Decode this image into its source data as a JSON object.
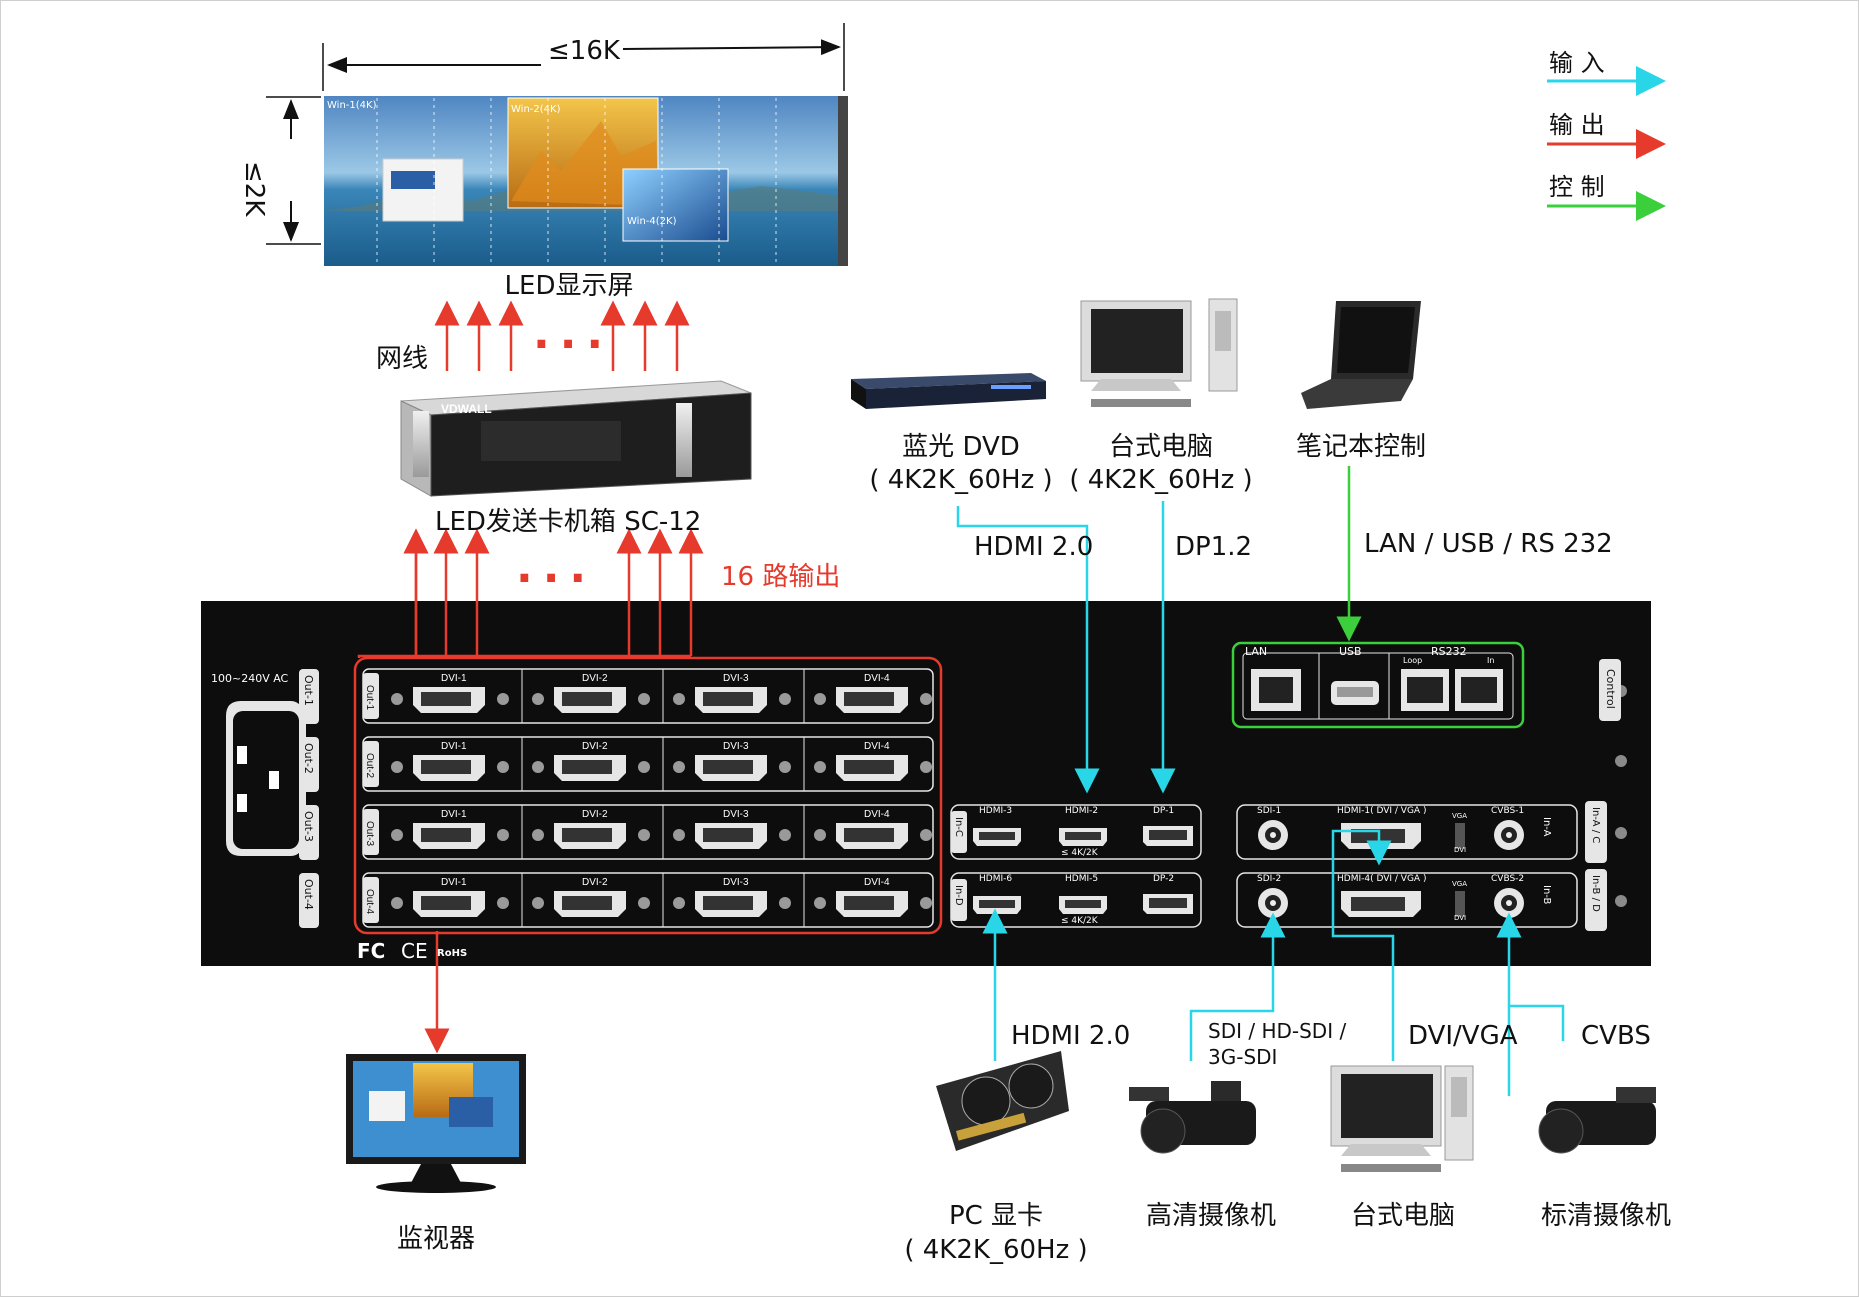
{
  "legend": {
    "input": "输 入",
    "output": "输 出",
    "control": "控 制",
    "colors": {
      "input": "#28d6e8",
      "output": "#e53a2c",
      "control": "#3ccf3c"
    }
  },
  "led_wall": {
    "width_label": "≤16K",
    "height_label": "≤2K",
    "caption": "LED显示屏",
    "windows": [
      "Win-1(4K)",
      "Win-2(4K)",
      "Win-4(2K)"
    ]
  },
  "network_label": "网线",
  "sender_box": {
    "caption": "LED发送卡机箱  SC-12",
    "brand": "VDWALL"
  },
  "output_count_label": "16  路输出",
  "monitor_caption": "监视器",
  "sources_top": [
    {
      "caption": "蓝光 DVD",
      "subcaption": "( 4K2K_60Hz )",
      "link": "HDMI 2.0",
      "icon": "bluray-player-icon"
    },
    {
      "caption": "台式电脑",
      "subcaption": "( 4K2K_60Hz )",
      "link": "DP1.2",
      "icon": "desktop-pc-icon"
    },
    {
      "caption": "笔记本控制",
      "subcaption": "",
      "link": "LAN / USB / RS 232",
      "icon": "laptop-icon"
    }
  ],
  "sources_bottom": [
    {
      "caption": "PC 显卡",
      "subcaption": "( 4K2K_60Hz )",
      "link": "HDMI 2.0",
      "icon": "graphics-card-icon"
    },
    {
      "caption": "高清摄像机",
      "subcaption": "",
      "link": "SDI / HD-SDI /\n3G-SDI",
      "link_line1": "SDI / HD-SDI /",
      "link_line2": "3G-SDI",
      "icon": "hd-camcorder-icon"
    },
    {
      "caption": "台式电脑",
      "subcaption": "",
      "link": "DVI/VGA",
      "icon": "desktop-pc-icon"
    },
    {
      "caption": "标清摄像机",
      "subcaption": "",
      "link": "CVBS",
      "icon": "sd-camcorder-icon"
    }
  ],
  "panel": {
    "power_label": "100~240V   AC",
    "output_rows": [
      "Out-1",
      "Out-2",
      "Out-3",
      "Out-4"
    ],
    "dvi_ports": [
      "DVI-1",
      "DVI-2",
      "DVI-3",
      "DVI-4"
    ],
    "input_c": {
      "side": "In-C",
      "ports": [
        "HDMI-3",
        "HDMI-2",
        "DP-1"
      ],
      "note": "≤ 4K/2K"
    },
    "input_d": {
      "side": "In-D",
      "ports": [
        "HDMI-6",
        "HDMI-5",
        "DP-2"
      ],
      "note": "≤ 4K/2K"
    },
    "input_a": {
      "side": "In-A",
      "ports": [
        "SDI-1",
        "HDMI-1( DVI / VGA )",
        "CVBS-1"
      ],
      "switch": [
        "VGA",
        "DVI"
      ]
    },
    "input_b": {
      "side": "In-B",
      "ports": [
        "SDI-2",
        "HDMI-4( DVI / VGA )",
        "CVBS-2"
      ],
      "switch": [
        "VGA",
        "DVI"
      ]
    },
    "slot_ac": "In-A / C",
    "slot_bd": "In-B / D",
    "control": {
      "slot": "Control",
      "ports": [
        "LAN",
        "USB",
        "RS232"
      ],
      "sub": [
        "Loop",
        "In"
      ]
    },
    "certs": [
      "FC",
      "CE",
      "RoHS"
    ]
  }
}
